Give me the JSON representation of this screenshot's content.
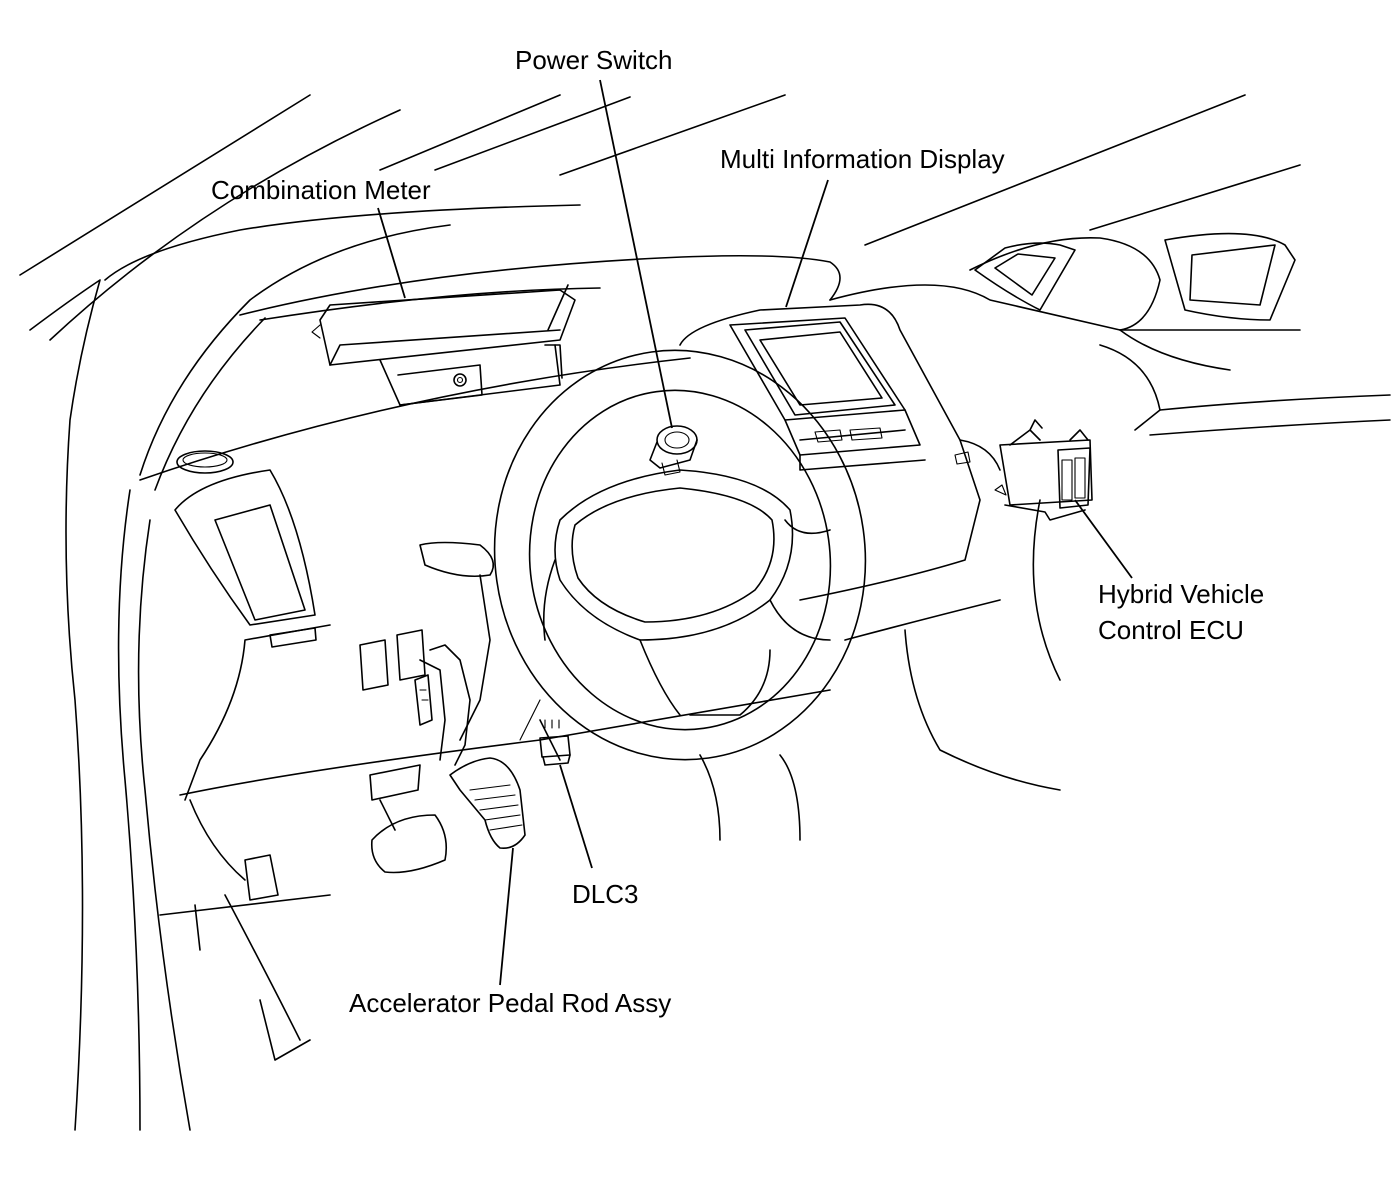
{
  "labels": {
    "power_switch": "Power Switch",
    "multi_information_display": "Multi Information Display",
    "combination_meter": "Combination Meter",
    "hybrid_ecu_line1": "Hybrid Vehicle",
    "hybrid_ecu_line2": "Control ECU",
    "dlc3": "DLC3",
    "accelerator_pedal": "Accelerator Pedal Rod Assy"
  },
  "colors": {
    "line": "#000000",
    "background": "#ffffff"
  }
}
